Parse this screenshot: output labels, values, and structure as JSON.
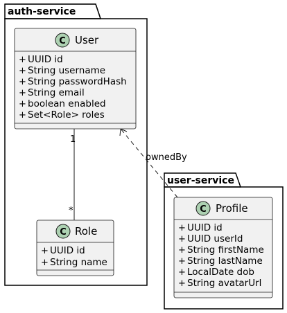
{
  "packages": [
    {
      "id": "auth",
      "name": "auth-service"
    },
    {
      "id": "user",
      "name": "user-service"
    }
  ],
  "classes": [
    {
      "id": "user",
      "stereotype_letter": "C",
      "name": "User",
      "attributes": [
        "UUID id",
        "String username",
        "String passwordHash",
        "String email",
        "boolean enabled",
        "Set<Role> roles"
      ]
    },
    {
      "id": "role",
      "stereotype_letter": "C",
      "name": "Role",
      "attributes": [
        "UUID id",
        "String name"
      ]
    },
    {
      "id": "profile",
      "stereotype_letter": "C",
      "name": "Profile",
      "attributes": [
        "UUID id",
        "UUID userId",
        "String firstName",
        "String lastName",
        "LocalDate dob",
        "String avatarUrl"
      ]
    }
  ],
  "visibility_symbol": "+",
  "relations": [
    {
      "id": "user-role",
      "from": "user",
      "to": "role",
      "from_mult": "1",
      "to_mult": "*",
      "style": "solid"
    },
    {
      "id": "profile-user",
      "from": "profile",
      "to": "user",
      "label": "ownedBy",
      "style": "dashed",
      "arrow": "open"
    }
  ],
  "colors": {
    "class_fill": "#F1F1F1",
    "class_border": "#181818",
    "circle_fill": "#ADD1B2",
    "package_border": "#000000",
    "line": "#181818"
  }
}
